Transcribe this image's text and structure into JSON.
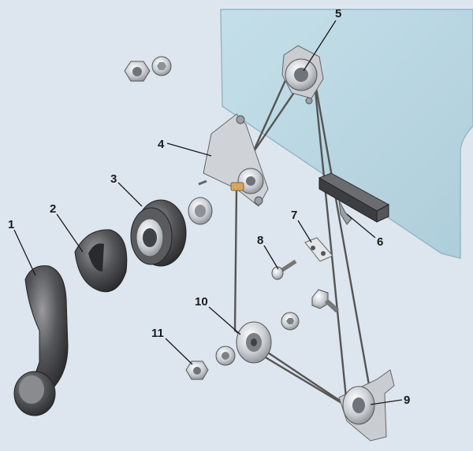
{
  "diagram": {
    "background_color": "#dde6ef",
    "glass_color": "#b8d6e2",
    "metal_color": "#c9ccd0",
    "dark_part_color": "#4a4a4e",
    "callouts": [
      {
        "id": "handle",
        "label": "1"
      },
      {
        "id": "escutcheon",
        "label": "2"
      },
      {
        "id": "bearing-cap",
        "label": "3"
      },
      {
        "id": "drive-bracket",
        "label": "4"
      },
      {
        "id": "upper-pulley",
        "label": "5"
      },
      {
        "id": "glass-clamp",
        "label": "6"
      },
      {
        "id": "clamp-plate",
        "label": "7"
      },
      {
        "id": "screw",
        "label": "8"
      },
      {
        "id": "lower-pulley",
        "label": "9"
      },
      {
        "id": "middle-pulley",
        "label": "10"
      },
      {
        "id": "nut",
        "label": "11"
      }
    ]
  }
}
